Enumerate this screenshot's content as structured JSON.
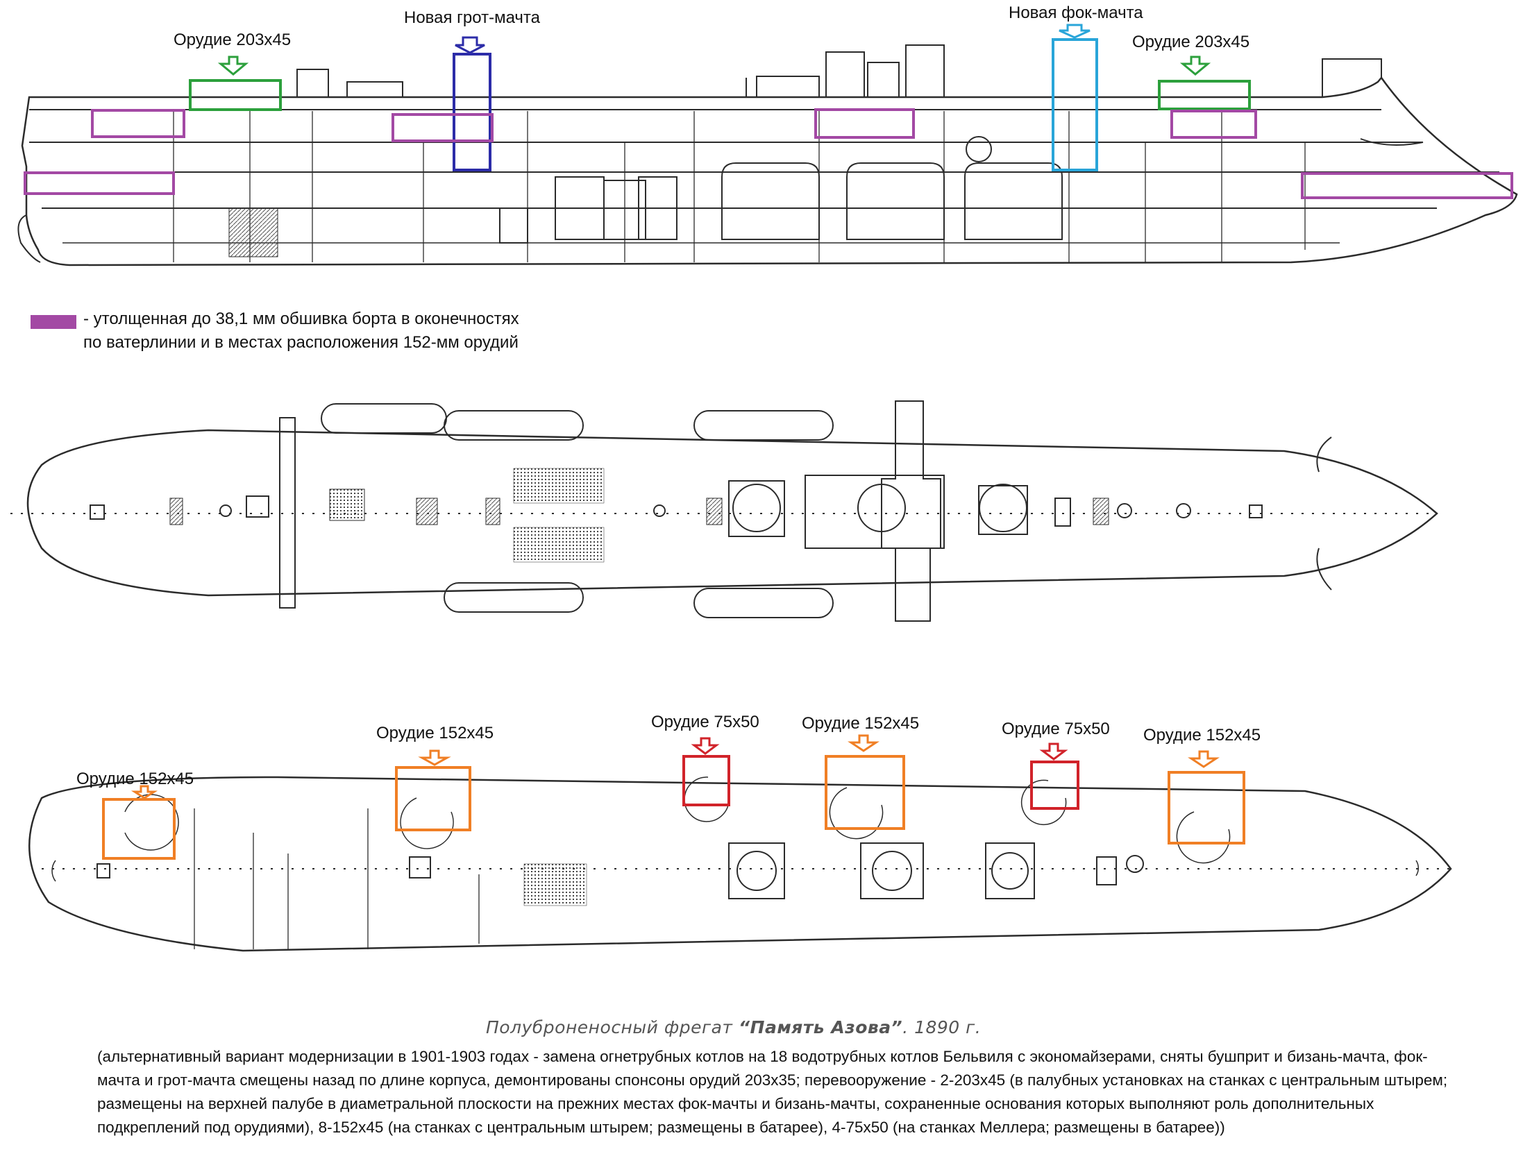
{
  "colors": {
    "gun_203": "#2ca03c",
    "main_mast": "#2c2ca8",
    "fore_mast": "#29a5d9",
    "hull_plating": "#a349a4",
    "gun_152": "#f07f25",
    "gun_75": "#d1232a",
    "drawing_line": "#2b2b2b"
  },
  "labels": {
    "gun_203_aft": "Орудие 203х45",
    "main_mast": "Новая грот-мачта",
    "fore_mast": "Новая фок-мачта",
    "gun_203_fwd": "Орудие 203х45",
    "gun_152_1": "Орудие 152х45",
    "gun_152_2": "Орудие 152х45",
    "gun_75_1": "Орудие 75х50",
    "gun_152_3": "Орудие 152х45",
    "gun_75_2": "Орудие 75х50",
    "gun_152_4": "Орудие 152х45"
  },
  "legend": {
    "line1": "- утолщенная до 38,1 мм обшивка борта в оконечностях",
    "line2": "по ватерлинии и в местах расположения 152-мм орудий"
  },
  "title": {
    "prefix": "Полуброненосный фрегат ",
    "name": "“Память Азова”",
    "year": ". 1890 г."
  },
  "note": "(альтернативный вариант модернизации в 1901-1903 годах - замена огнетрубных котлов на 18 водотрубных котлов Бельвиля с экономайзерами, сняты бушприт и бизань-мачта, фок-мачта и грот-мачта смещены назад по длине корпуса, демонтированы спонсоны орудий 203х35; перевооружение - 2-203х45 (в палубных установках на станках с центральным штырем; размещены на верхней палубе в диаметральной плоскости на прежних местах фок-мачты и бизань-мачты, сохраненные основания которых выполняют роль дополнительных подкреплений под орудиями), 8-152х45 (на станках с центральным штырем; размещены в батарее), 4-75х50 (на станках Меллера; размещены в батарее))"
}
